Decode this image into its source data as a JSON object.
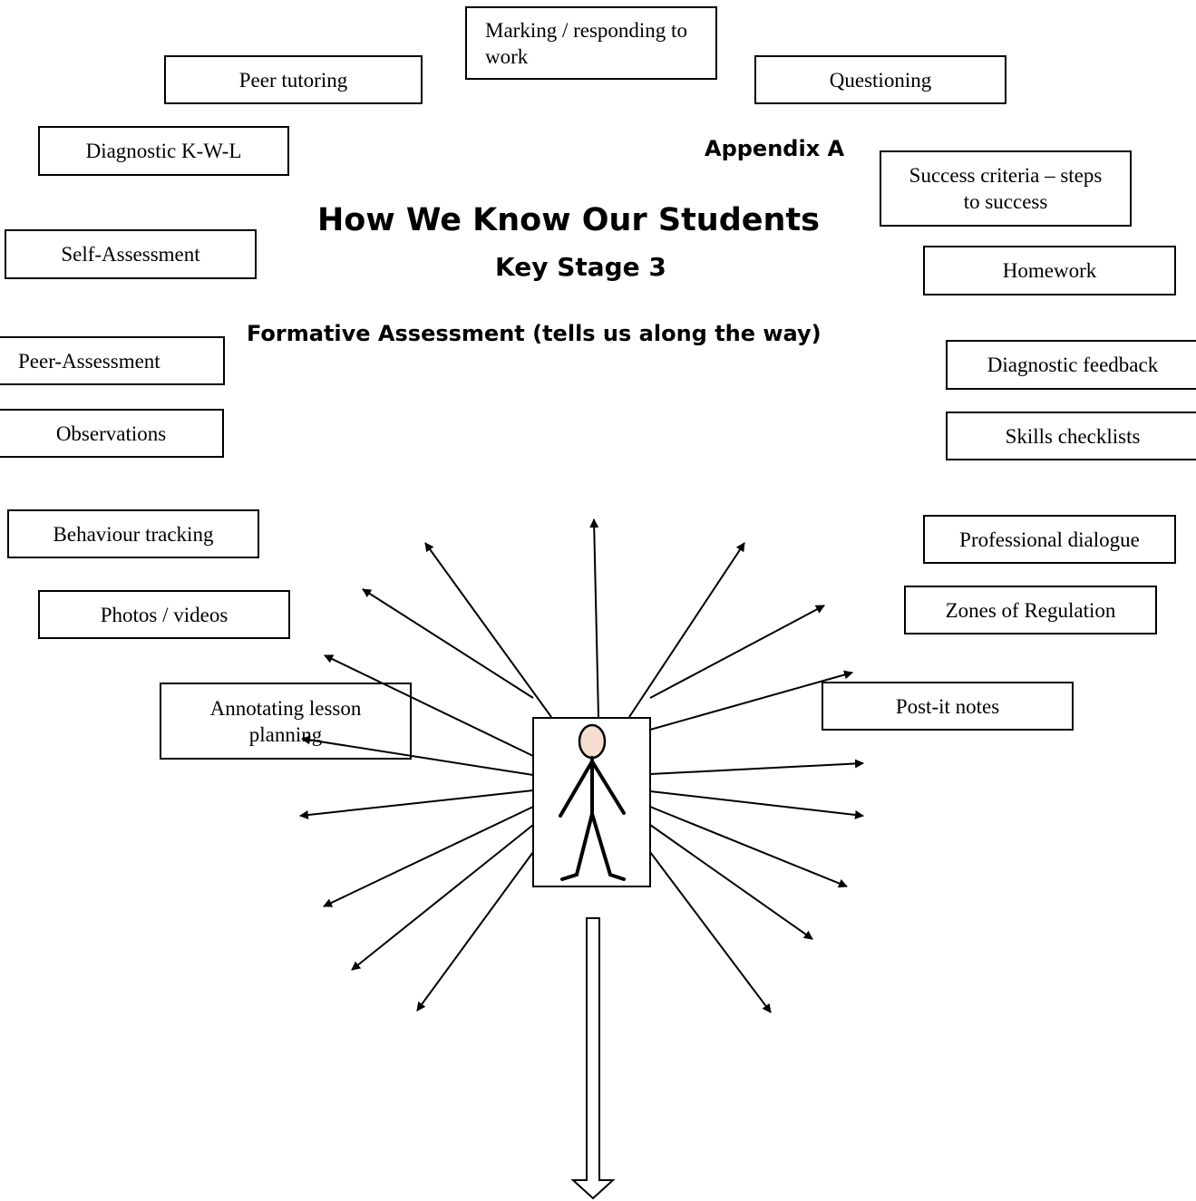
{
  "appendix": "Appendix A",
  "title": "How We Know Our Students",
  "subtitle": "Key Stage 3",
  "section": "Formative Assessment (tells us along the way)",
  "methods": {
    "marking": "Marking / responding to work",
    "peer_tutoring": "Peer tutoring",
    "questioning": "Questioning",
    "diagnostic_kwl": "Diagnostic K-W-L",
    "success_criteria": "Success criteria – steps to success",
    "self_assessment": "Self-Assessment",
    "homework": "Homework",
    "peer_assessment": "Peer-Assessment",
    "diagnostic_feedback": "Diagnostic feedback",
    "observations": "Observations",
    "skills_checklists": "Skills checklists",
    "behaviour_tracking": "Behaviour tracking",
    "professional_dialogue": "Professional dialogue",
    "photos_videos": "Photos / videos",
    "zones_of_regulation": "Zones of Regulation",
    "annotating_lesson_planning": "Annotating lesson planning",
    "post_it_notes": "Post-it notes"
  }
}
